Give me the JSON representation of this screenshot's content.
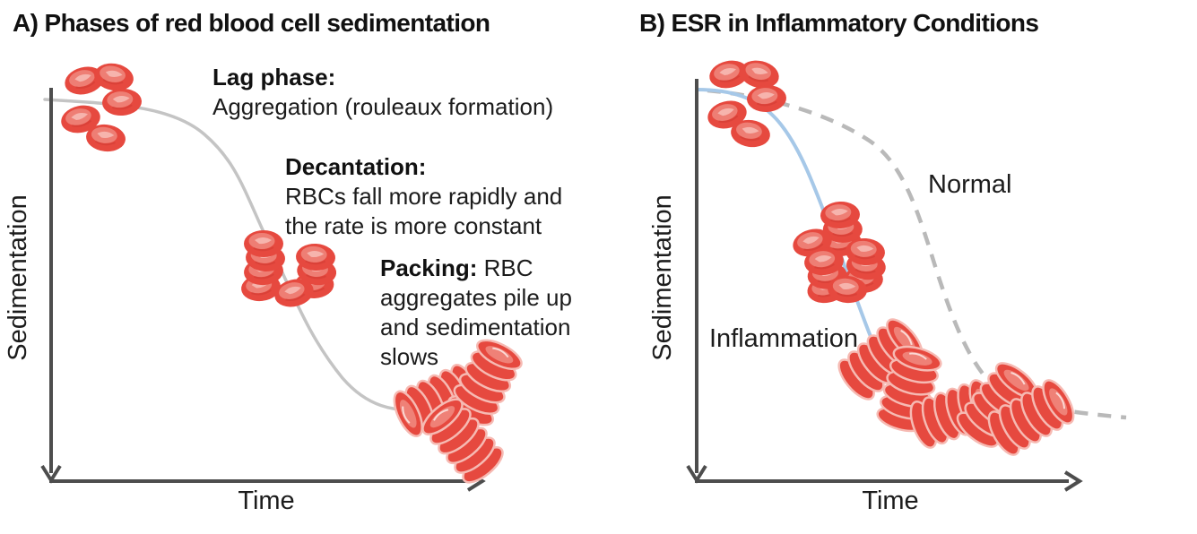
{
  "panels": {
    "a": {
      "title": "A) Phases of red blood cell sedimentation",
      "y_axis_label": "Sedimentation",
      "x_axis_label": "Time",
      "annotations": {
        "lag_heading": "Lag phase:",
        "lag_body": "Aggregation (rouleaux formation)",
        "decantation_heading": "Decantation:",
        "decantation_body": "RBCs fall more rapidly and the rate is more constant",
        "packing_heading": "Packing:",
        "packing_body": "RBC aggregates pile up and sedimentation slows"
      },
      "curve": {
        "name": "sedimentation phase curve",
        "style": "solid",
        "color": "#c4c4c4"
      }
    },
    "b": {
      "title": "B) ESR in Inflammatory Conditions",
      "y_axis_label": "Sedimentation",
      "x_axis_label": "Time",
      "series": [
        {
          "label": "Inflammation",
          "style": "solid",
          "color": "#a6c8e8"
        },
        {
          "label": "Normal",
          "style": "dashed",
          "color": "#b9b9b9"
        }
      ]
    }
  },
  "colors": {
    "axis": "#4d4d4d",
    "text": "#1a1a1a",
    "rbc_red": "#e6493f",
    "rbc_highlight": "#ee7e74",
    "rbc_rim": "#f6bab3",
    "background": "#ffffff"
  }
}
